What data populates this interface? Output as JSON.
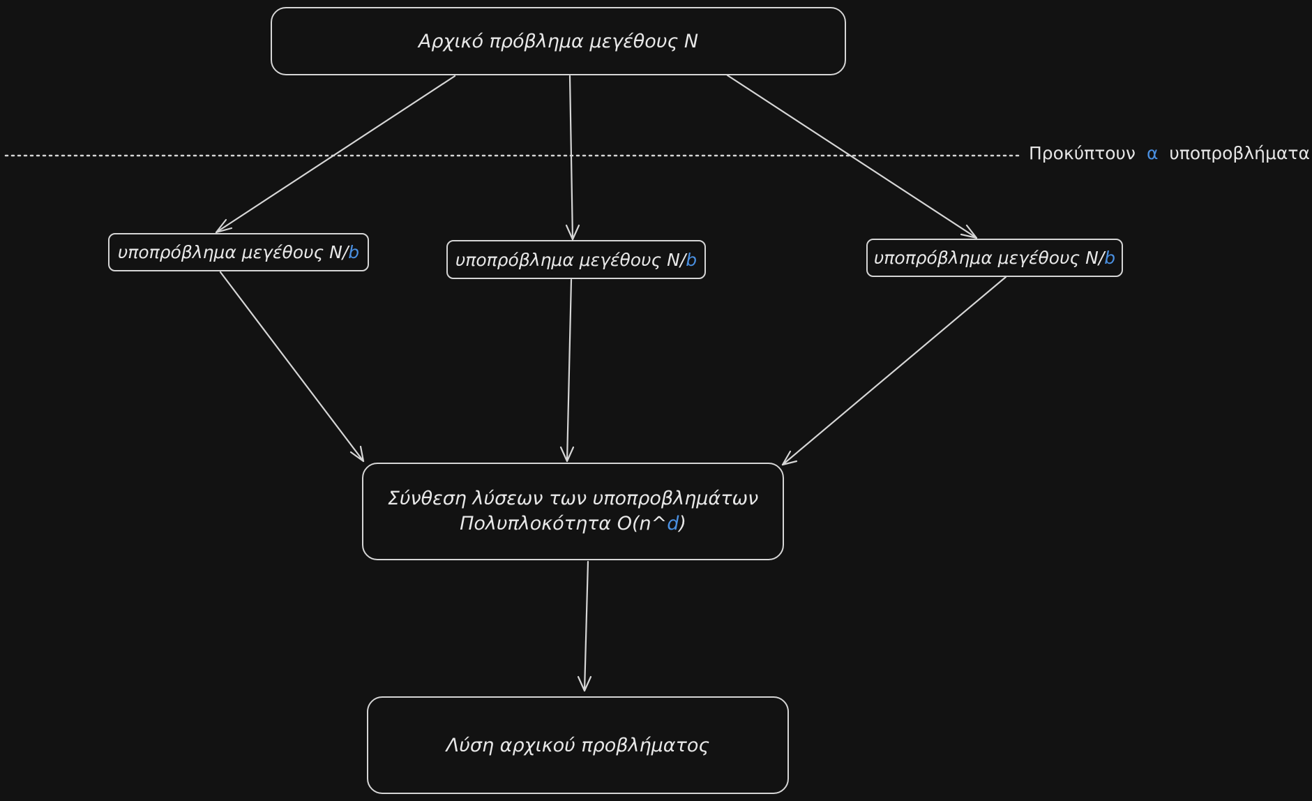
{
  "colors": {
    "background": "#121212",
    "stroke": "#d6d6d6",
    "text": "#e8e8e8",
    "accent": "#4a90e2"
  },
  "nodes": {
    "root": {
      "label": "Αρχικό πρόβλημα μεγέθους N"
    },
    "sub1": {
      "prefix": "υποπρόβλημα μεγέθους N/",
      "var": "b"
    },
    "sub2": {
      "prefix": "υποπρόβλημα μεγέθους N/",
      "var": "b"
    },
    "sub3": {
      "prefix": "υποπρόβλημα μεγέθους N/",
      "var": "b"
    },
    "combine": {
      "line1": "Σύνθεση λύσεων των υποπροβλημάτων",
      "line2_prefix": "Πολυπλοκότητα O(n^",
      "line2_var": "d",
      "line2_suffix": ")"
    },
    "solution": {
      "label": "Λύση αρχικού προβλήματος"
    }
  },
  "annotation": {
    "prefix": "Προκύπτουν",
    "var": "α",
    "suffix": "υποπροβλήματα"
  }
}
